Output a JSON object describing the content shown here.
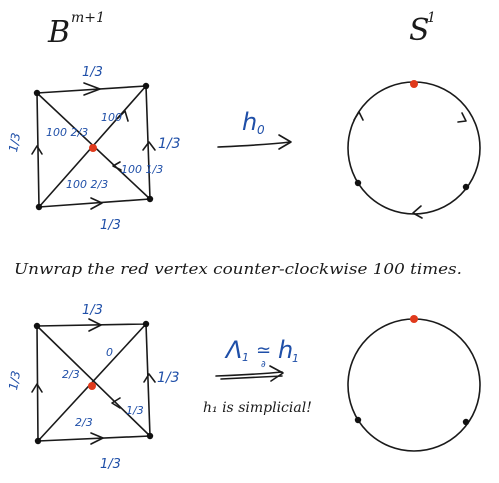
{
  "headers": {
    "left_space": "B",
    "left_superscript": "m+1",
    "right_space": "S",
    "right_superscript": "1"
  },
  "top_diagram": {
    "edge_labels": {
      "top": "1/3",
      "left": "1/3",
      "right": "1/3",
      "bottom": "1/3"
    },
    "diagonal_labels": {
      "upper_left": "100 2/3",
      "upper_right": "100",
      "lower_right": "100 1/3",
      "lower_left": "100 2/3"
    },
    "map_label": "h",
    "map_subscript": "0"
  },
  "middle_caption": "Unwrap the red vertex counter-clockwise 100 times.",
  "bottom_diagram": {
    "edge_labels": {
      "top": "1/3",
      "left": "1/3",
      "right": "1/3",
      "bottom": "1/3"
    },
    "diagonal_labels": {
      "upper_left": "2/3",
      "upper_right": "0",
      "lower_right": "1/3",
      "lower_left": "2/3"
    },
    "map_label_left": "Λ",
    "map_label_left_sub": "1",
    "map_relation": "≃",
    "map_relation_sub": "∂",
    "map_label_right": "h",
    "map_label_right_sub": "1",
    "map_caption": "h₁ is simplicial!"
  },
  "colors": {
    "ink": "#1a1a1a",
    "labels": "#1f4fa8",
    "highlight_vertex": "#e03a1c"
  }
}
